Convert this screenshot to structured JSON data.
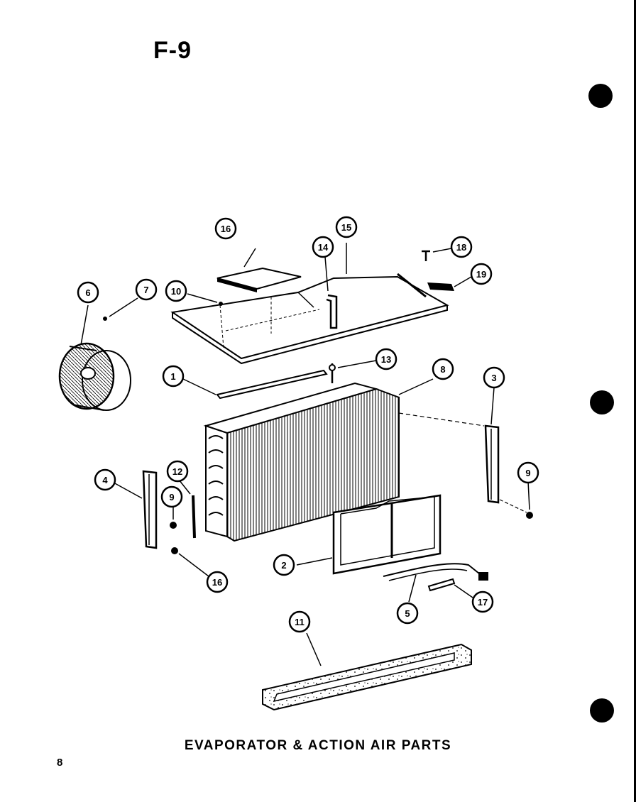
{
  "figure_label": "F-9",
  "caption": "EVAPORATOR & ACTION AIR PARTS",
  "page_number": "8",
  "callouts": [
    "16",
    "15",
    "14",
    "18",
    "19",
    "6",
    "7",
    "10",
    "1",
    "13",
    "8",
    "3",
    "4",
    "12",
    "9",
    "2",
    "5",
    "17",
    "11"
  ]
}
